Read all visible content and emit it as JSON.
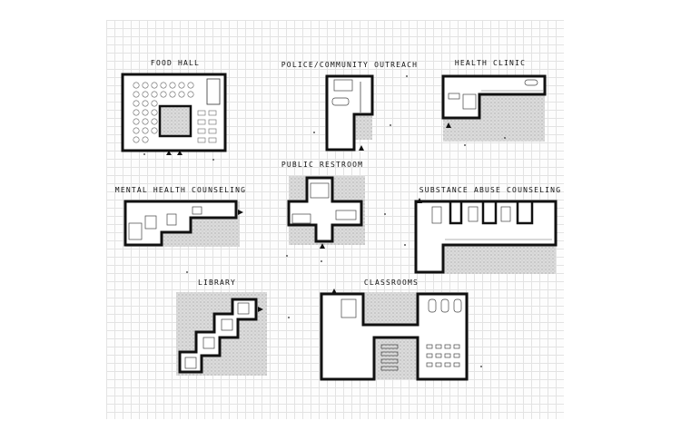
{
  "diagram": {
    "rooms": [
      {
        "id": "food-hall",
        "label": "FOOD HALL"
      },
      {
        "id": "police",
        "label": "POLICE/COMMUNITY OUTREACH"
      },
      {
        "id": "health-clinic",
        "label": "HEALTH CLINIC"
      },
      {
        "id": "public-restroom",
        "label": "PUBLIC RESTROOM"
      },
      {
        "id": "mental-health",
        "label": "MENTAL HEALTH COUNSELING"
      },
      {
        "id": "substance",
        "label": "SUBSTANCE ABUSE COUNSELING"
      },
      {
        "id": "library",
        "label": "LIBRARY"
      },
      {
        "id": "classrooms",
        "label": "CLASSROOMS"
      }
    ]
  }
}
